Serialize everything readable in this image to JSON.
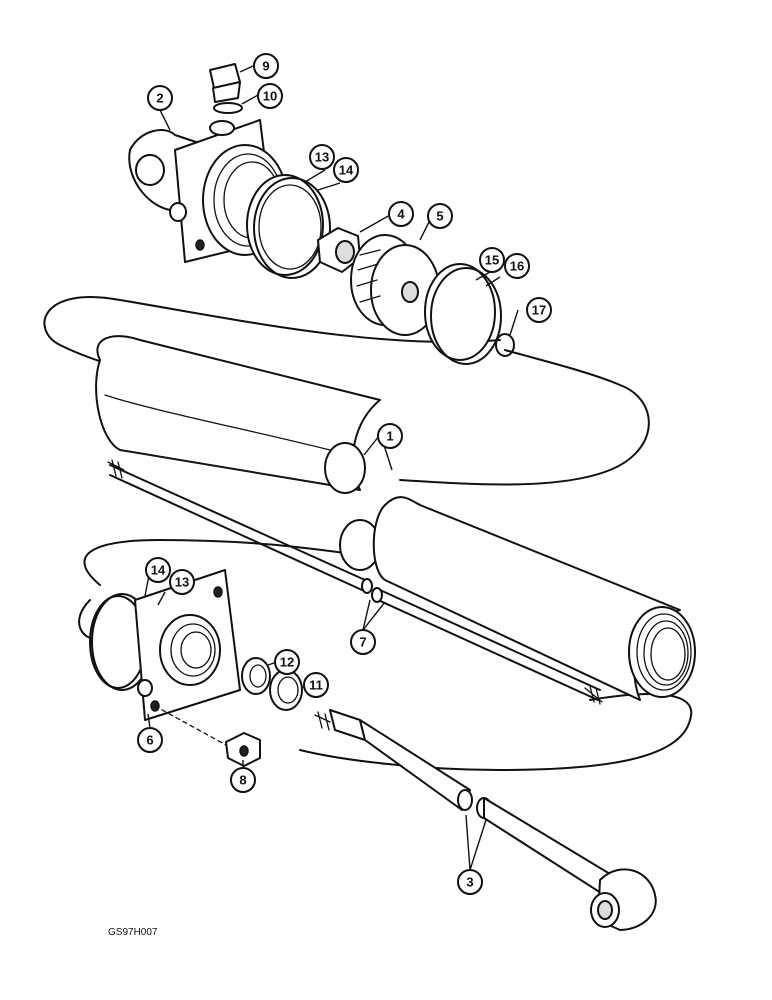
{
  "figure": {
    "code": "GS97H007"
  },
  "callouts": {
    "c1": "1",
    "c2": "2",
    "c3": "3",
    "c4": "4",
    "c5": "5",
    "c6": "6",
    "c7": "7",
    "c8": "8",
    "c9": "9",
    "c10": "10",
    "c11": "11",
    "c12": "12",
    "c13a": "13",
    "c13b": "13",
    "c14a": "14",
    "c14b": "14",
    "c15": "15",
    "c16": "16",
    "c17": "17"
  }
}
